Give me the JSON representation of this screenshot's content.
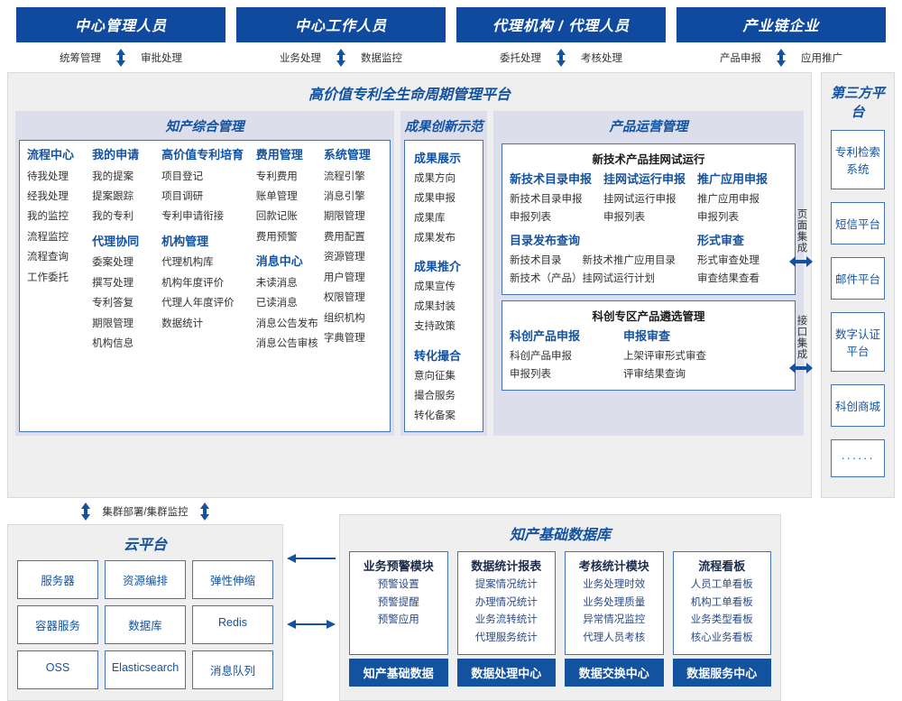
{
  "roles": [
    {
      "title": "中心管理人员",
      "left": "统筹管理",
      "right": "审批处理"
    },
    {
      "title": "中心工作人员",
      "left": "业务处理",
      "right": "数据监控"
    },
    {
      "title": "代理机构 / 代理人员",
      "left": "委托处理",
      "right": "考核处理"
    },
    {
      "title": "产业链企业",
      "left": "产品申报",
      "right": "应用推广"
    }
  ],
  "platform": {
    "title": "高价值专利全生命周期管理平台",
    "comprehensive": {
      "title": "知产综合管理",
      "columns": [
        {
          "groups": [
            {
              "head": "流程中心",
              "items": [
                "待我处理",
                "经我处理",
                "我的监控",
                "流程监控",
                "流程查询",
                "工作委托"
              ]
            }
          ]
        },
        {
          "groups": [
            {
              "head": "我的申请",
              "items": [
                "我的提案",
                "提案跟踪",
                "我的专利"
              ]
            },
            {
              "head": "代理协同",
              "items": [
                "委案处理",
                "撰写处理",
                "专利答复",
                "期限管理",
                "机构信息"
              ]
            }
          ]
        },
        {
          "groups": [
            {
              "head": "高价值专利培育",
              "items": [
                "项目登记",
                "项目调研",
                "专利申请衔接"
              ]
            },
            {
              "head": "机构管理",
              "items": [
                "代理机构库",
                "机构年度评价",
                "代理人年度评价",
                "数据统计"
              ]
            }
          ]
        },
        {
          "groups": [
            {
              "head": "费用管理",
              "items": [
                "专利费用",
                "账单管理",
                "回款记账",
                "费用预警"
              ]
            },
            {
              "head": "消息中心",
              "items": [
                "未读消息",
                "已读消息",
                "消息公告发布",
                "消息公告审核"
              ]
            }
          ]
        },
        {
          "groups": [
            {
              "head": "系统管理",
              "items": [
                "流程引擎",
                "消息引擎",
                "期限管理",
                "费用配置",
                "资源管理",
                "用户管理",
                "权限管理",
                "组织机构",
                "字典管理"
              ]
            }
          ]
        }
      ]
    },
    "achievement": {
      "title": "成果创新示范",
      "groups": [
        {
          "head": "成果展示",
          "items": [
            "成果方向",
            "成果申报",
            "成果库",
            "成果发布"
          ]
        },
        {
          "head": "成果推介",
          "items": [
            "成果宣传",
            "成果封装",
            "支持政策"
          ]
        },
        {
          "head": "转化撮合",
          "items": [
            "意向征集",
            "撮合服务",
            "转化备案"
          ]
        }
      ]
    },
    "product_ops": {
      "title": "产品运营管理",
      "boxes": [
        {
          "title": "新技术产品挂网试运行",
          "row1": [
            {
              "head": "新技术目录申报",
              "items": [
                "新技术目录申报",
                "申报列表"
              ]
            },
            {
              "head": "挂网试运行申报",
              "items": [
                "挂网试运行申报",
                "申报列表"
              ]
            },
            {
              "head": "推广应用申报",
              "items": [
                "推广应用申报",
                "申报列表"
              ]
            }
          ],
          "row2_left_head": "目录发布查询",
          "row2_left_items": [
            "新技术目录　　新技术推广应用目录",
            "新技术（产品）挂网试运行计划"
          ],
          "row2_right_head": "形式审查",
          "row2_right_items": [
            "形式审查处理",
            "审查结果查看"
          ]
        },
        {
          "title": "科创专区产品遴选管理",
          "row1": [
            {
              "head": "科创产品申报",
              "items": [
                "科创产品申报",
                "申报列表"
              ]
            },
            {
              "head": "申报审查",
              "items": [
                "上架评审形式审查",
                "评审结果查询"
              ]
            }
          ]
        }
      ]
    },
    "integration": [
      {
        "label": "页面集成"
      },
      {
        "label": "接口集成"
      }
    ]
  },
  "third_party": {
    "title": "第三方平台",
    "items": [
      "专利检索系统",
      "短信平台",
      "邮件平台",
      "数字认证平台",
      "科创商城",
      "······"
    ]
  },
  "cluster_label": "集群部署/集群监控",
  "cloud": {
    "title": "云平台",
    "cells": [
      "服务器",
      "资源编排",
      "弹性伸缩",
      "容器服务",
      "数据库",
      "Redis",
      "OSS",
      "Elasticsearch",
      "消息队列"
    ]
  },
  "database": {
    "title": "知产基础数据库",
    "columns": [
      {
        "head": "业务预警模块",
        "items": [
          "预警设置",
          "预警提醒",
          "预警应用"
        ],
        "foot": "知产基础数据"
      },
      {
        "head": "数据统计报表",
        "items": [
          "提案情况统计",
          "办理情况统计",
          "业务流转统计",
          "代理服务统计"
        ],
        "foot": "数据处理中心"
      },
      {
        "head": "考核统计模块",
        "items": [
          "业务处理时效",
          "业务处理质量",
          "异常情况监控",
          "代理人员考核"
        ],
        "foot": "数据交换中心"
      },
      {
        "head": "流程看板",
        "items": [
          "人员工单看板",
          "机构工单看板",
          "业务类型看板",
          "核心业务看板"
        ],
        "foot": "数据服务中心"
      }
    ]
  },
  "colors": {
    "brand_blue": "#13529f",
    "header_blue": "#0f4a9e",
    "panel_lavender": "#dcdeec",
    "bg_grey": "#efefef",
    "border_blue": "#4472b8"
  }
}
